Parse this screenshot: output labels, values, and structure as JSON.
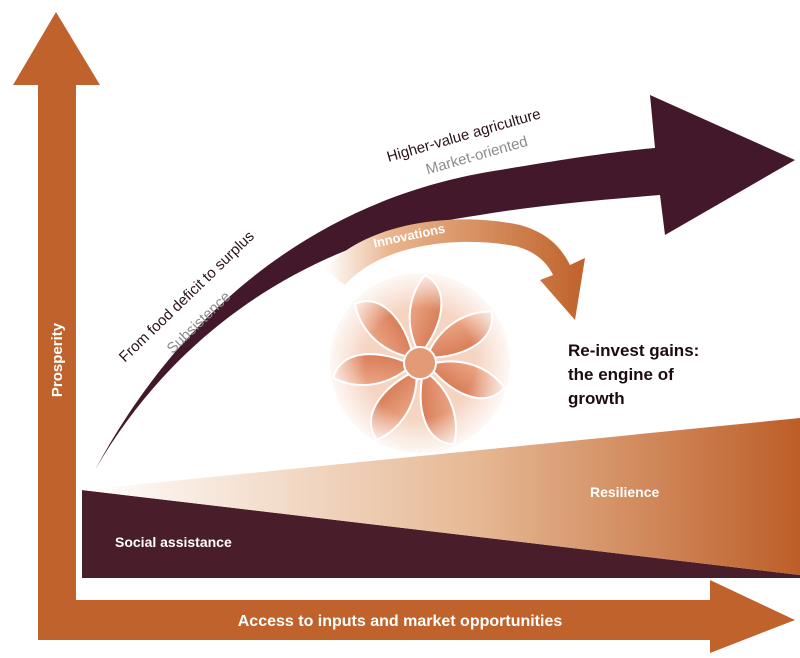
{
  "diagram": {
    "y_axis_label": "Prosperity",
    "x_axis_label": "Access to inputs and market opportunities",
    "curve_lower_label": "From food deficit to surplus",
    "curve_lower_sublabel": "Subsistence",
    "curve_upper_label": "Higher-value agriculture",
    "curve_upper_sublabel": "Market-oriented",
    "innovations_label": "Innovations",
    "engine_label_line1": "Re-invest gains:",
    "engine_label_line2": "the engine of",
    "engine_label_line3": "growth",
    "wedge_lower_label": "Social assistance",
    "wedge_upper_label": "Resilience"
  },
  "colors": {
    "axis_orange": "#c0622b",
    "dark_plum": "#4a1d2b",
    "fan_orange": "#e08a62",
    "white": "#ffffff"
  }
}
